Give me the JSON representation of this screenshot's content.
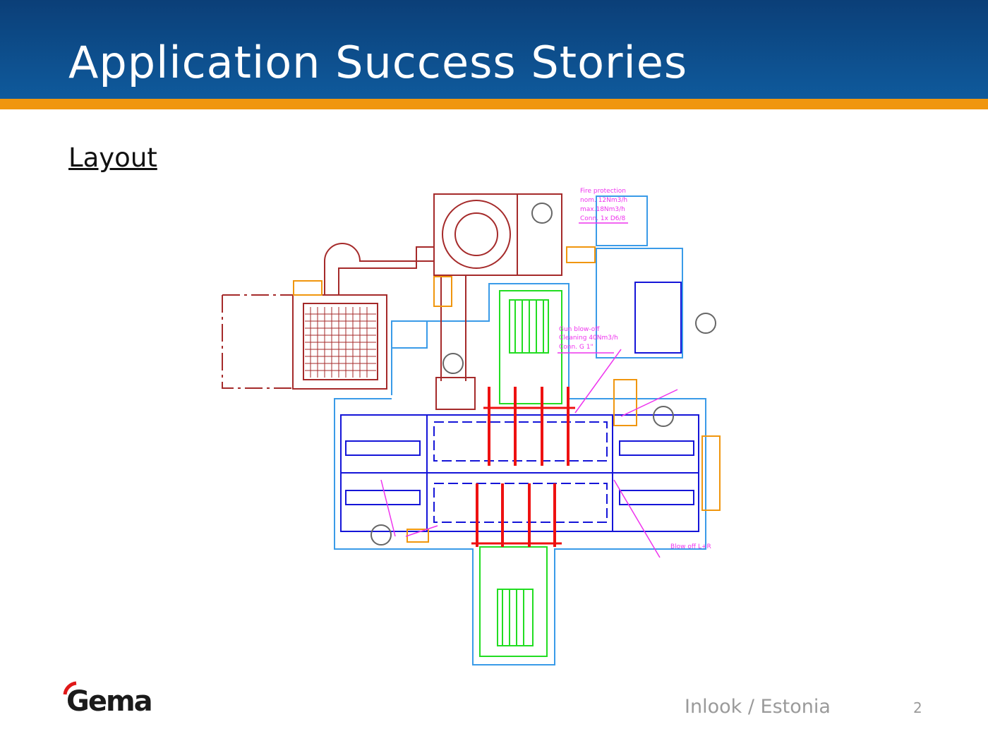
{
  "header": {
    "title": "Application Success Stories"
  },
  "section": {
    "subtitle": "Layout"
  },
  "drawing": {
    "fire_label": [
      "Fire protection",
      "nom. 12Nm3/h",
      "max.18Nm3/h",
      "Conn. 1x D6/8"
    ],
    "gun_label": [
      "Gun blow-off",
      "Cleaning 40Nm3/h",
      "Conn. G 1\""
    ],
    "blowoff_label": "Blow off L+R"
  },
  "footer": {
    "logo_text": "Gema",
    "caption": "Inlook / Estonia",
    "page": "2"
  },
  "colors": {
    "header": "#0f5a9c",
    "accent": "#f0960e"
  }
}
